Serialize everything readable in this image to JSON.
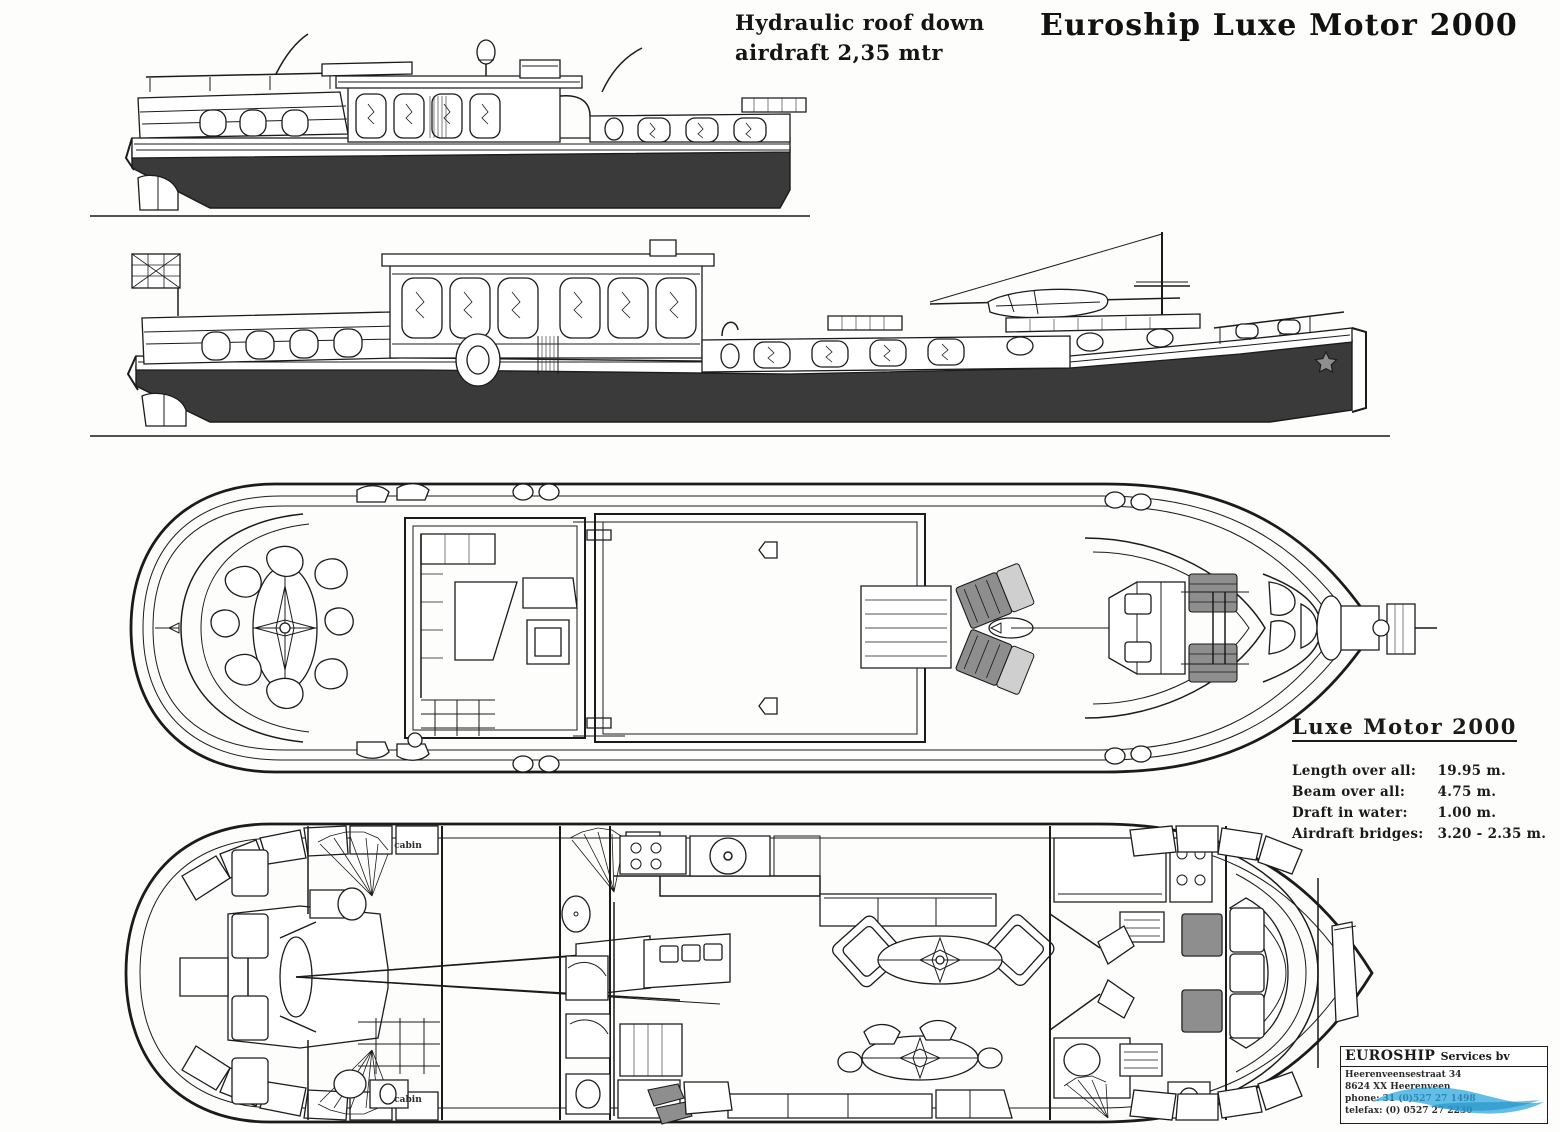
{
  "document": {
    "title": "Euroship Luxe Motor 2000",
    "type": "general-arrangement-drawing"
  },
  "annotations": {
    "hydraulic_note_line1": "Hydraulic roof down",
    "hydraulic_note_line2": "airdraft 2,35 mtr"
  },
  "spec": {
    "heading": "Luxe Motor  2000",
    "rows": [
      {
        "label": "Length over all:",
        "value": "19.95 m."
      },
      {
        "label": "Beam  over all:",
        "value": "4.75 m."
      },
      {
        "label": "Draft in  water:",
        "value": "1.00 m."
      },
      {
        "label": "Airdraft bridges:",
        "value": "3.20 - 2.35 m."
      }
    ]
  },
  "company": {
    "name": "EUROSHIP",
    "name_suffix": "Services bv",
    "address_line1": "Heerenveensestraat 34",
    "address_line2": "8624 XX Heerenveen",
    "address_line3": "phone:  31 (0)527 27 1498",
    "address_line4": "telefax: (0) 0527 27 2230"
  },
  "views": [
    {
      "name": "profile-bow-section",
      "caption": ""
    },
    {
      "name": "profile-full-starboard",
      "caption": ""
    },
    {
      "name": "deck-plan",
      "caption": ""
    },
    {
      "name": "accommodation-plan",
      "caption": ""
    }
  ],
  "plan_labels": {
    "cabin_upper": "cabin",
    "cabin_lower": "cabin"
  },
  "colors": {
    "ink": "#1b1b1b",
    "hull_band": "#3a3a3a",
    "paper": "#fdfdfc",
    "watermark": "#2ea8dd"
  }
}
